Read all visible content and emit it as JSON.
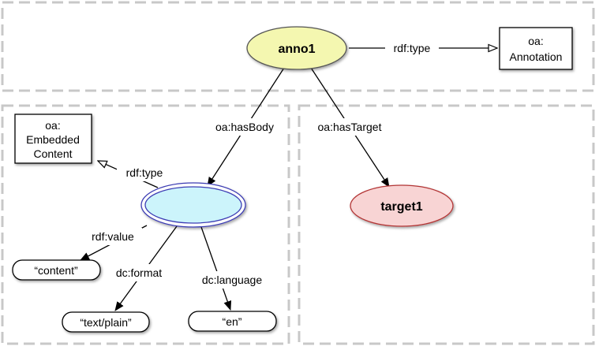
{
  "nodes": {
    "anno1": {
      "label": "anno1",
      "fill": "#f4f7b0"
    },
    "body": {
      "label": "",
      "fill": "#ccf4fb",
      "stroke": "#3c3cb4"
    },
    "target1": {
      "label": "target1",
      "fill": "#f8d4d4",
      "stroke": "#b33636"
    },
    "annotation_class": {
      "line1": "oa:",
      "line2": "Annotation"
    },
    "embedded_content_class": {
      "line1": "oa:",
      "line2": "Embedded",
      "line3": "Content"
    },
    "literal_content": "“content”",
    "literal_format": "“text/plain”",
    "literal_language": "“en”"
  },
  "edges": {
    "anno_type": "rdf:type",
    "has_body": "oa:hasBody",
    "has_target": "oa:hasTarget",
    "body_type": "rdf:type",
    "value": "rdf:value",
    "format": "dc:format",
    "language": "dc:language"
  }
}
